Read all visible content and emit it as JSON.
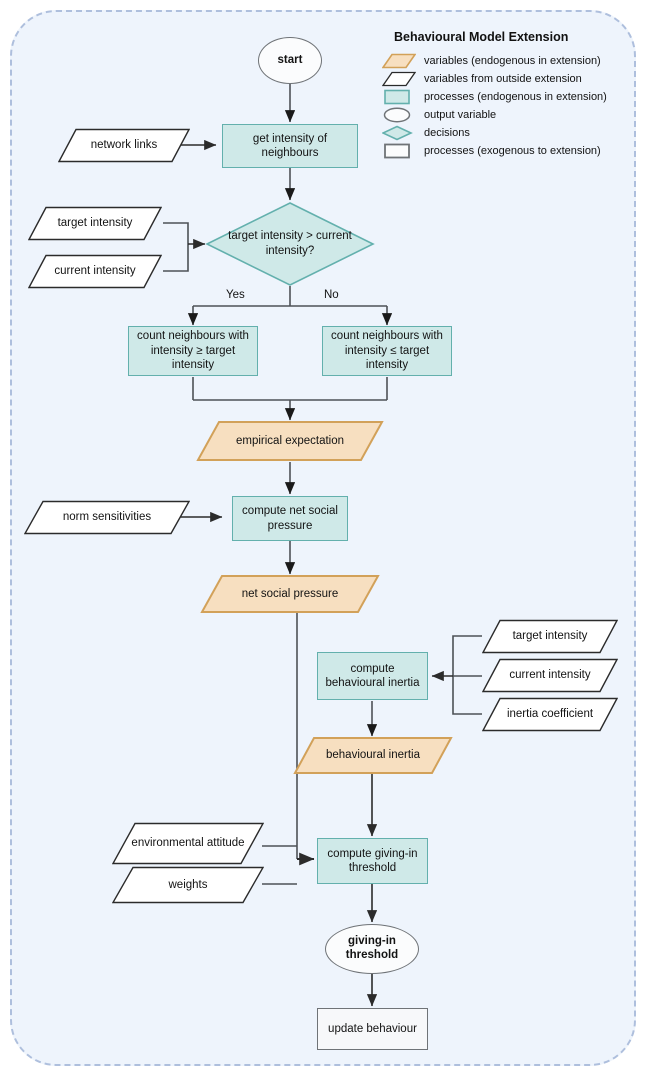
{
  "legend": {
    "title": "Behavioural Model Extension",
    "items": [
      {
        "icon": "parallelogram-orange-icon",
        "label": "variables (endogenous in extension)"
      },
      {
        "icon": "parallelogram-white-icon",
        "label": "variables from outside extension"
      },
      {
        "icon": "rectangle-teal-icon",
        "label": "processes (endogenous in extension)"
      },
      {
        "icon": "ellipse-icon",
        "label": "output variable"
      },
      {
        "icon": "diamond-teal-icon",
        "label": "decisions"
      },
      {
        "icon": "rectangle-grey-icon",
        "label": "processes (exogenous to extension)"
      }
    ]
  },
  "colors": {
    "canvas_background": "#eef4fc",
    "frame_border": "#aebfdd",
    "process_endogenous_fill": "#cfe9e8",
    "process_endogenous_border": "#63b0ad",
    "process_exogenous_fill": "#f7f8fa",
    "process_exogenous_border": "#6f7377",
    "variable_endogenous_fill": "#f7dfc0",
    "variable_endogenous_border": "#d2a159",
    "variable_external_fill": "#ffffff",
    "variable_external_border": "#2b2b2b",
    "edge": "#4d5156"
  },
  "flow": {
    "start": "start",
    "get_intensity": "get intensity of neighbours",
    "network_links": "network links",
    "target_intensity_1": "target intensity",
    "current_intensity_1": "current intensity",
    "decision": "target intensity > current intensity?",
    "branch_yes": "Yes",
    "branch_no": "No",
    "count_ge": "count neighbours with intensity ≥  target intensity",
    "count_le": "count neighbours with intensity ≤  target intensity",
    "empirical_expectation": "empirical expectation",
    "norm_sensitivities": "norm sensitivities",
    "compute_net_social_pressure": "compute net social pressure",
    "net_social_pressure": "net social pressure",
    "compute_behavioural_inertia": "compute behavioural inertia",
    "target_intensity_2": "target intensity",
    "current_intensity_2": "current intensity",
    "inertia_coefficient": "inertia coefficient",
    "behavioural_inertia": "behavioural inertia",
    "environmental_attitude": "environmental attitude",
    "weights": "weights",
    "compute_giving_in_threshold": "compute giving-in threshold",
    "giving_in_threshold": "giving-in threshold",
    "update_behaviour": "update behaviour"
  }
}
